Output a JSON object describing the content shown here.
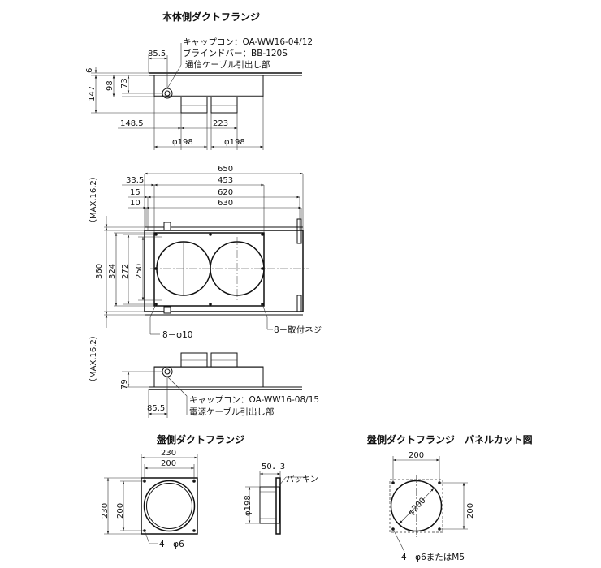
{
  "titles": {
    "main": "本体側ダクトフランジ",
    "panel": "盤側ダクトフランジ",
    "panel_cut": "盤側ダクトフランジ　パネルカット図"
  },
  "top_view": {
    "cap_label": "キャップコン：OA-WW16-04/12",
    "blind_label": "ブラインドバー：BB-120S",
    "cable_label": "通信ケーブル引出し部",
    "d_85_5": "85.5",
    "d_6": "6",
    "d_147": "147",
    "d_98": "98",
    "d_73": "73",
    "d_148_5": "148.5",
    "d_223": "223",
    "d_phi198_a": "φ198",
    "d_phi198_b": "φ198"
  },
  "plan_view": {
    "d_650": "650",
    "d_33_5": "33.5",
    "d_453": "453",
    "d_15": "15",
    "d_620": "620",
    "d_10": "10",
    "d_630": "630",
    "d_max_top": "（MAX.16.2）",
    "d_max_bottom": "（MAX.16.2）",
    "d_360": "360",
    "d_324": "324",
    "d_272": "272",
    "d_250": "250",
    "hole_label": "8－φ10",
    "screw_label": "8－取付ネジ"
  },
  "bottom_view": {
    "d_79": "79",
    "d_85_5": "85.5",
    "cap_label": "キャップコン：OA-WW16-08/15",
    "cable_label": "電源ケーブル引出し部"
  },
  "panel_front": {
    "d_230w": "230",
    "d_200w": "200",
    "d_230h": "230",
    "d_200h": "200",
    "hole_label": "4－φ6"
  },
  "panel_side": {
    "d_50_3": "50．3",
    "d_phi198": "φ198",
    "packing": "パッキン"
  },
  "panel_cut": {
    "d_200w": "200",
    "d_200h": "200",
    "d_phi200": "φ200",
    "hole_label": "4－φ6またはM5"
  }
}
